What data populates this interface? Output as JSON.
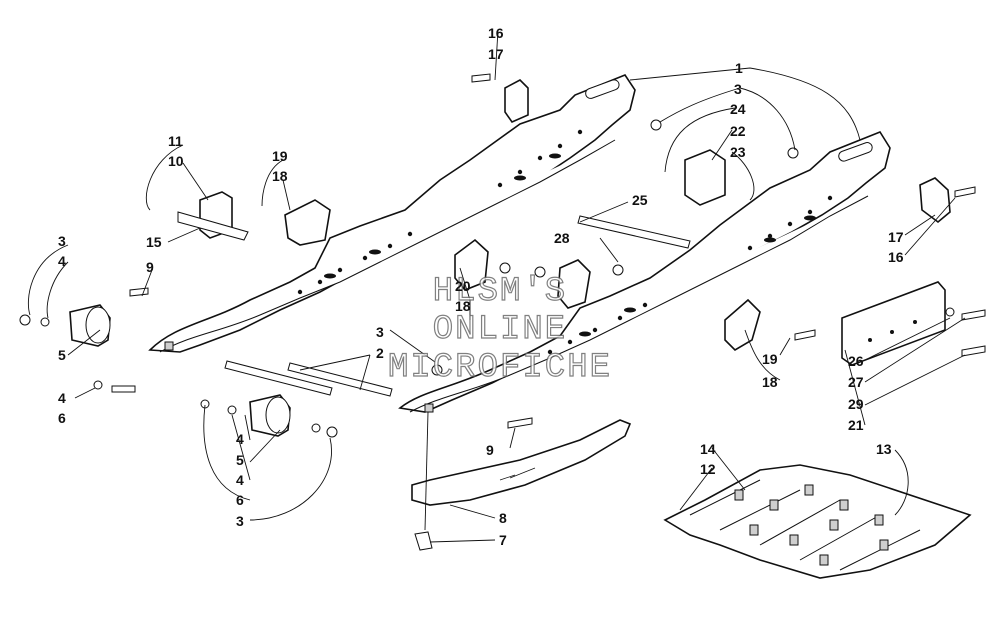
{
  "watermark": {
    "line1": "HLSM'S",
    "line2": "ONLINE",
    "line3": "MICROFICHE"
  },
  "callouts": {
    "c1": "1",
    "c2": "2",
    "c3a": "3",
    "c3b": "3",
    "c3c": "3",
    "c3d": "3",
    "c4a": "4",
    "c4b": "4",
    "c4c": "4",
    "c4d": "4",
    "c5a": "5",
    "c5b": "5",
    "c6a": "6",
    "c6b": "6",
    "c7": "7",
    "c8": "8",
    "c9a": "9",
    "c9b": "9",
    "c10": "10",
    "c11": "11",
    "c12": "12",
    "c13": "13",
    "c14": "14",
    "c15": "15",
    "c16a": "16",
    "c16b": "16",
    "c17a": "17",
    "c17b": "17",
    "c18a": "18",
    "c18b": "18",
    "c18c": "18",
    "c19a": "19",
    "c19b": "19",
    "c20": "20",
    "c21": "21",
    "c22": "22",
    "c23": "23",
    "c24": "24",
    "c25": "25",
    "c26": "26",
    "c27": "27",
    "c28": "28",
    "c29": "29"
  }
}
